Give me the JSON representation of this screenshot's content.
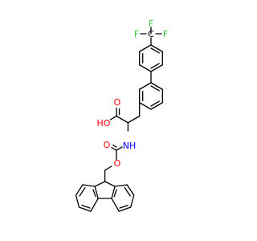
{
  "colors": {
    "bond": "#000000",
    "carbon_label": "#000000",
    "oxygen": "#ff0000",
    "nitrogen": "#0000ff",
    "fluorine": "#33cc33",
    "background": "#ffffff"
  },
  "atoms": {
    "F_top": "F",
    "F_left": "F",
    "F_right": "F",
    "C_cf3": "C",
    "HO": "HO",
    "O_acid": "O",
    "NH": "NH",
    "O_carbonyl": "O",
    "O_ester": "O"
  }
}
